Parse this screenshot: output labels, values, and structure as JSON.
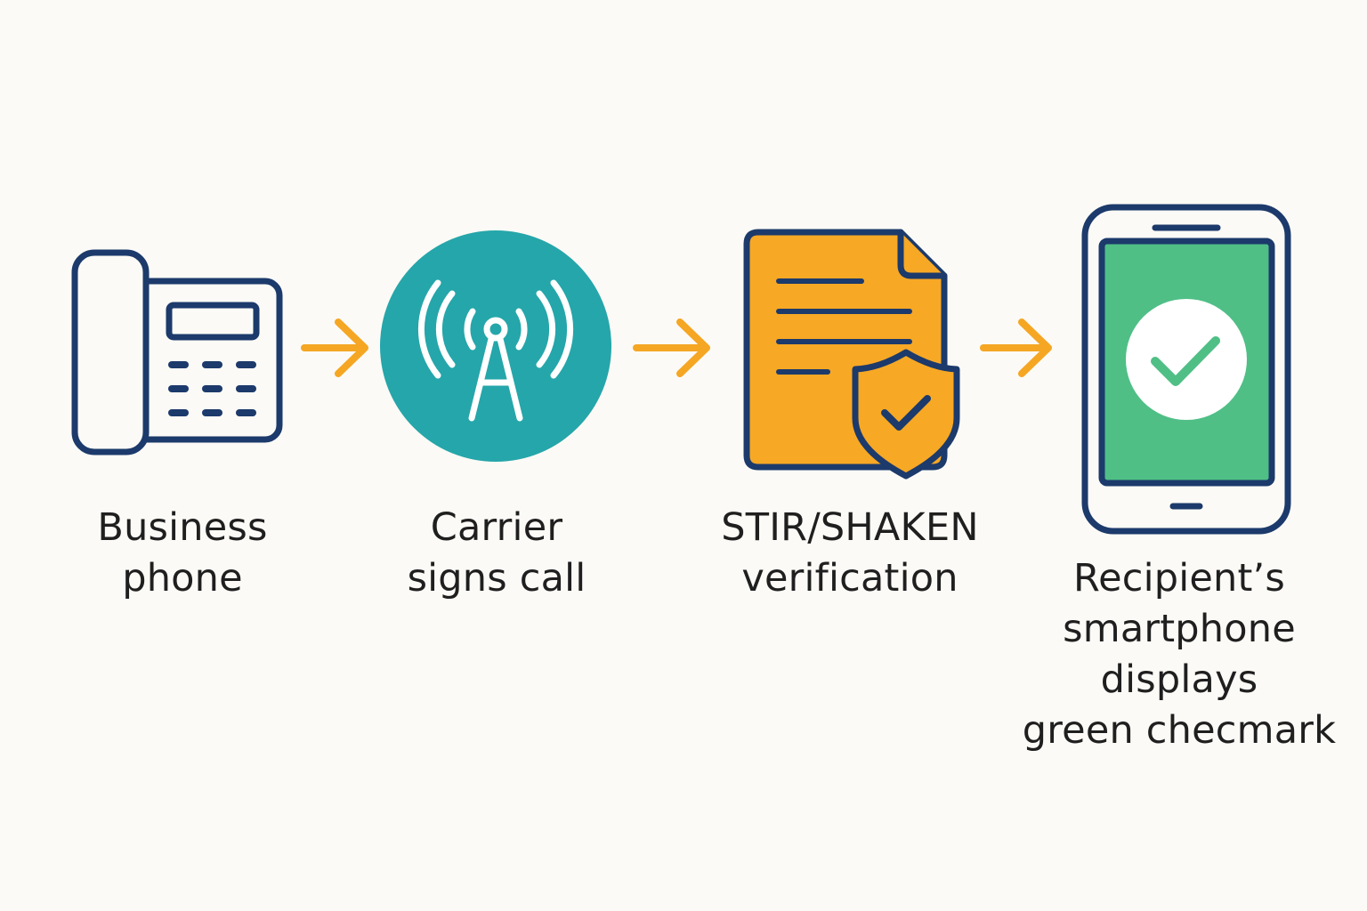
{
  "colors": {
    "background": "#fcfaf6",
    "outline": "#1c3a6b",
    "arrow": "#f5a623",
    "carrier_circle": "#25a6aa",
    "document": "#f7a824",
    "screen": "#4fbf86",
    "check_circle": "#ffffff",
    "text": "#1f1f1f"
  },
  "steps": [
    {
      "icon": "desk-phone-icon",
      "label_lines": [
        "Business",
        "phone"
      ]
    },
    {
      "icon": "cell-tower-icon",
      "label_lines": [
        "Carrier",
        "signs call"
      ]
    },
    {
      "icon": "signed-document-shield-icon",
      "label_lines": [
        "STIR/SHAKEN",
        "verification"
      ]
    },
    {
      "icon": "smartphone-checkmark-icon",
      "label_lines": [
        "Recipient’s",
        "smartphone",
        "displays",
        "green checmark"
      ]
    }
  ],
  "connectors": [
    "arrow-right-icon",
    "arrow-right-icon",
    "arrow-right-icon"
  ]
}
